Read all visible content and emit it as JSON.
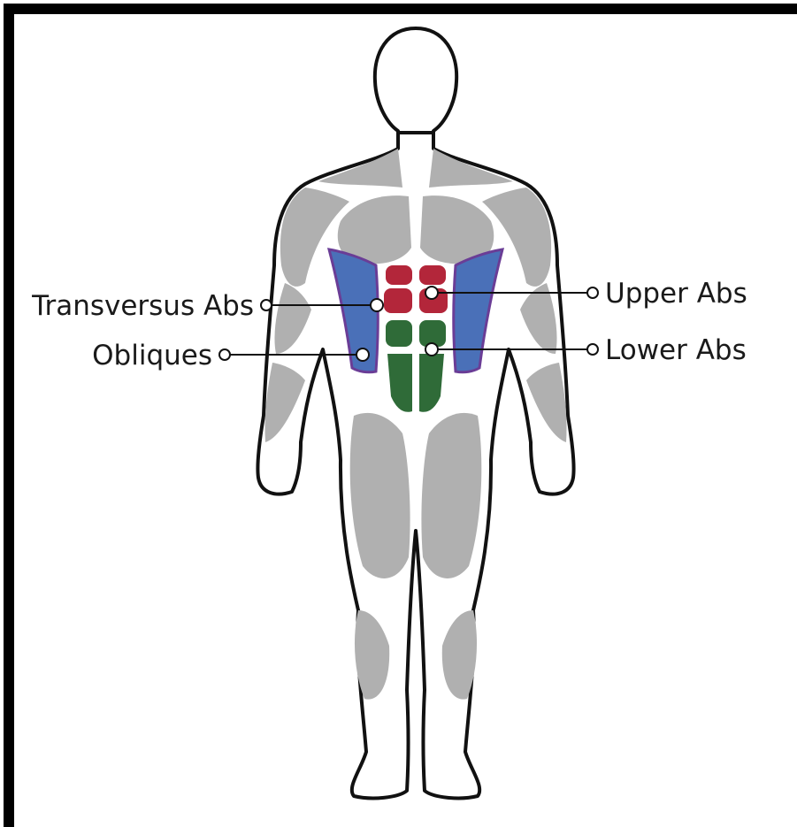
{
  "diagram": {
    "labels": {
      "transversus_abs": "Transversus Abs",
      "obliques": "Obliques",
      "upper_abs": "Upper Abs",
      "lower_abs": "Lower Abs"
    },
    "colors": {
      "frame": "#000000",
      "outline": "#111111",
      "muscle_gray": "#b0b0b0",
      "obliques": "#4a70b8",
      "transversus_abs": "#6a3d96",
      "upper_abs": "#b3263a",
      "lower_abs": "#2f6b38"
    }
  }
}
